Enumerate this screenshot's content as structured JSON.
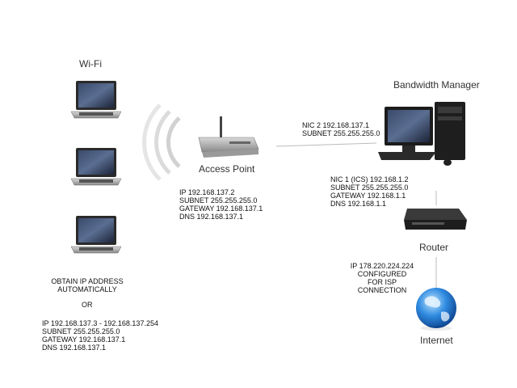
{
  "wifi": {
    "title": "Wi-Fi",
    "obtain_lines": [
      "OBTAIN IP ADDRESS",
      "AUTOMATICALLY"
    ],
    "or_label": "OR",
    "static_lines": [
      "IP 192.168.137.3 - 192.168.137.254",
      "SUBNET 255.255.255.0",
      "GATEWAY 192.168.137.1",
      "DNS 192.168.137.1"
    ]
  },
  "access_point": {
    "title": "Access Point",
    "lines": [
      "IP 192.168.137.2",
      "SUBNET 255.255.255.0",
      "GATEWAY 192.168.137.1",
      "DNS 192.168.137.1"
    ]
  },
  "bandwidth_manager": {
    "title": "Bandwidth Manager",
    "nic2_lines": [
      "NIC 2 192.168.137.1",
      "SUBNET 255.255.255.0"
    ],
    "nic1_lines": [
      "NIC 1 (ICS) 192.168.1.2",
      "SUBNET 255.255.255.0",
      "GATEWAY 192.168.1.1",
      "DNS 192.168.1.1"
    ]
  },
  "router": {
    "title": "Router",
    "lines": [
      "IP 178.220.224.224",
      "CONFIGURED",
      "FOR ISP",
      "CONNECTION"
    ]
  },
  "internet": {
    "title": "Internet"
  },
  "icons": [
    "laptop-icon",
    "wireless-router-icon",
    "desktop-computer-icon",
    "router-icon",
    "globe-icon",
    "wifi-signal-icon"
  ]
}
